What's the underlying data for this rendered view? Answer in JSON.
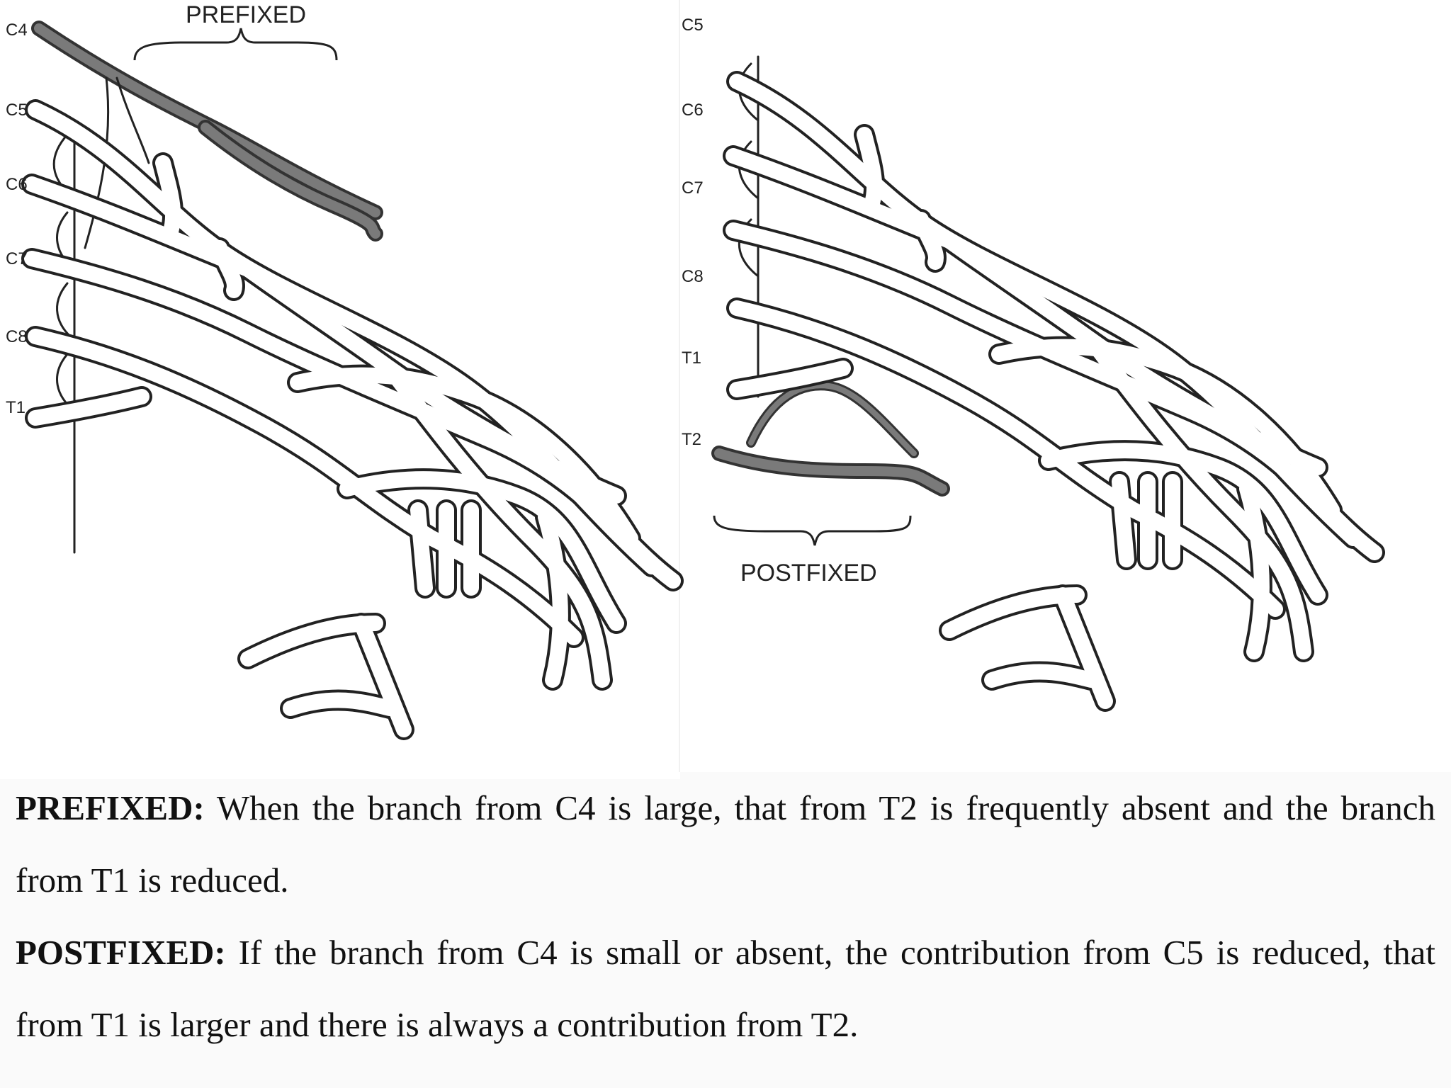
{
  "figure": {
    "left_panel": {
      "bracket_label": "PREFIXED",
      "root_labels": [
        "C4",
        "C5",
        "C6",
        "C7",
        "C8",
        "T1"
      ]
    },
    "right_panel": {
      "bracket_label": "POSTFIXED",
      "root_labels": [
        "C5",
        "C6",
        "C7",
        "C8",
        "T1",
        "T2"
      ]
    }
  },
  "caption": {
    "prefixed_term": "PREFIXED:",
    "prefixed_text": " When the branch from C4 is large, that from T2 is frequently absent and the branch from T1 is reduced.",
    "postfixed_term": "POSTFIXED:",
    "postfixed_text": " If the branch from C4 is small or absent, the contribution from C5 is reduced, that from T1 is larger and there is always a contribution from T2."
  }
}
